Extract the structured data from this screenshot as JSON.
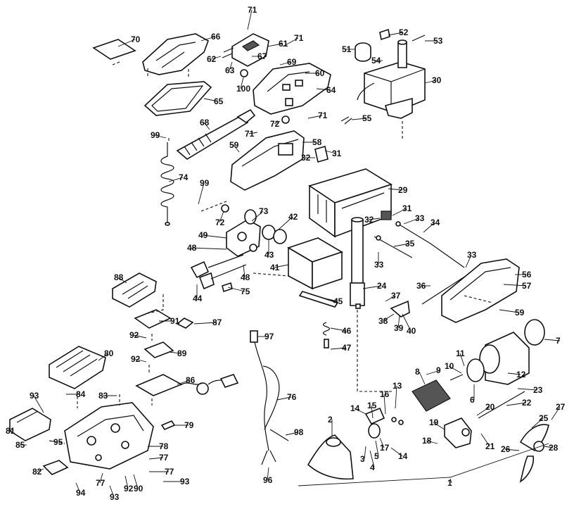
{
  "labels": [
    {
      "id": "71a",
      "text": "71"
    },
    {
      "id": "70",
      "text": "70"
    },
    {
      "id": "66",
      "text": "66"
    },
    {
      "id": "61",
      "text": "61"
    },
    {
      "id": "71b",
      "text": "71"
    },
    {
      "id": "62",
      "text": "62"
    },
    {
      "id": "63",
      "text": "63"
    },
    {
      "id": "67",
      "text": "67"
    },
    {
      "id": "69",
      "text": "69"
    },
    {
      "id": "100",
      "text": "100"
    },
    {
      "id": "60",
      "text": "60"
    },
    {
      "id": "64",
      "text": "64"
    },
    {
      "id": "65",
      "text": "65"
    },
    {
      "id": "52",
      "text": "52"
    },
    {
      "id": "53",
      "text": "53"
    },
    {
      "id": "51",
      "text": "51"
    },
    {
      "id": "54",
      "text": "54"
    },
    {
      "id": "30",
      "text": "30"
    },
    {
      "id": "68",
      "text": "68"
    },
    {
      "id": "71c",
      "text": "71"
    },
    {
      "id": "72a",
      "text": "72"
    },
    {
      "id": "71d",
      "text": "71"
    },
    {
      "id": "55",
      "text": "55"
    },
    {
      "id": "99a",
      "text": "99"
    },
    {
      "id": "59a",
      "text": "59"
    },
    {
      "id": "58",
      "text": "58"
    },
    {
      "id": "31a",
      "text": "31"
    },
    {
      "id": "32a",
      "text": "32"
    },
    {
      "id": "74",
      "text": "74"
    },
    {
      "id": "99b",
      "text": "99"
    },
    {
      "id": "29",
      "text": "29"
    },
    {
      "id": "72b",
      "text": "72"
    },
    {
      "id": "73",
      "text": "73"
    },
    {
      "id": "42",
      "text": "42"
    },
    {
      "id": "31b",
      "text": "31"
    },
    {
      "id": "32b",
      "text": "32"
    },
    {
      "id": "33a",
      "text": "33"
    },
    {
      "id": "34",
      "text": "34"
    },
    {
      "id": "49",
      "text": "49"
    },
    {
      "id": "43",
      "text": "43"
    },
    {
      "id": "35",
      "text": "35"
    },
    {
      "id": "48a",
      "text": "48"
    },
    {
      "id": "33b",
      "text": "33"
    },
    {
      "id": "33c",
      "text": "33"
    },
    {
      "id": "41",
      "text": "41"
    },
    {
      "id": "48b",
      "text": "48"
    },
    {
      "id": "56",
      "text": "56"
    },
    {
      "id": "57",
      "text": "57"
    },
    {
      "id": "88",
      "text": "88"
    },
    {
      "id": "75",
      "text": "75"
    },
    {
      "id": "36",
      "text": "36"
    },
    {
      "id": "24",
      "text": "24"
    },
    {
      "id": "44",
      "text": "44"
    },
    {
      "id": "45",
      "text": "45"
    },
    {
      "id": "37",
      "text": "37"
    },
    {
      "id": "59b",
      "text": "59"
    },
    {
      "id": "38",
      "text": "38"
    },
    {
      "id": "39",
      "text": "39"
    },
    {
      "id": "40",
      "text": "40"
    },
    {
      "id": "91",
      "text": "91"
    },
    {
      "id": "87",
      "text": "87"
    },
    {
      "id": "46",
      "text": "46"
    },
    {
      "id": "7",
      "text": "7"
    },
    {
      "id": "92a",
      "text": "92"
    },
    {
      "id": "97",
      "text": "97"
    },
    {
      "id": "47",
      "text": "47"
    },
    {
      "id": "80",
      "text": "80"
    },
    {
      "id": "89",
      "text": "89"
    },
    {
      "id": "11",
      "text": "11"
    },
    {
      "id": "92b",
      "text": "92"
    },
    {
      "id": "10",
      "text": "10"
    },
    {
      "id": "8",
      "text": "8"
    },
    {
      "id": "9",
      "text": "9"
    },
    {
      "id": "12",
      "text": "12"
    },
    {
      "id": "86",
      "text": "86"
    },
    {
      "id": "6",
      "text": "6"
    },
    {
      "id": "84",
      "text": "84"
    },
    {
      "id": "83",
      "text": "83"
    },
    {
      "id": "76",
      "text": "76"
    },
    {
      "id": "13",
      "text": "13"
    },
    {
      "id": "16",
      "text": "16"
    },
    {
      "id": "23",
      "text": "23"
    },
    {
      "id": "22",
      "text": "22"
    },
    {
      "id": "93a",
      "text": "93"
    },
    {
      "id": "14a",
      "text": "14"
    },
    {
      "id": "15",
      "text": "15"
    },
    {
      "id": "20",
      "text": "20"
    },
    {
      "id": "27",
      "text": "27"
    },
    {
      "id": "81",
      "text": "81"
    },
    {
      "id": "2",
      "text": "2"
    },
    {
      "id": "19",
      "text": "19"
    },
    {
      "id": "25",
      "text": "25"
    },
    {
      "id": "79",
      "text": "79"
    },
    {
      "id": "98",
      "text": "98"
    },
    {
      "id": "95",
      "text": "95"
    },
    {
      "id": "85",
      "text": "85"
    },
    {
      "id": "18",
      "text": "18"
    },
    {
      "id": "21",
      "text": "21"
    },
    {
      "id": "78",
      "text": "78"
    },
    {
      "id": "28",
      "text": "28"
    },
    {
      "id": "26",
      "text": "26"
    },
    {
      "id": "17",
      "text": "17"
    },
    {
      "id": "14b",
      "text": "14"
    },
    {
      "id": "3",
      "text": "3"
    },
    {
      "id": "5",
      "text": "5"
    },
    {
      "id": "4",
      "text": "4"
    },
    {
      "id": "82",
      "text": "82"
    },
    {
      "id": "77a",
      "text": "77"
    },
    {
      "id": "77b",
      "text": "77"
    },
    {
      "id": "92c",
      "text": "92"
    },
    {
      "id": "90",
      "text": "90"
    },
    {
      "id": "93b",
      "text": "93"
    },
    {
      "id": "96",
      "text": "96"
    },
    {
      "id": "1",
      "text": "1"
    },
    {
      "id": "94",
      "text": "94"
    },
    {
      "id": "77c",
      "text": "77"
    },
    {
      "id": "93c",
      "text": "93"
    }
  ]
}
